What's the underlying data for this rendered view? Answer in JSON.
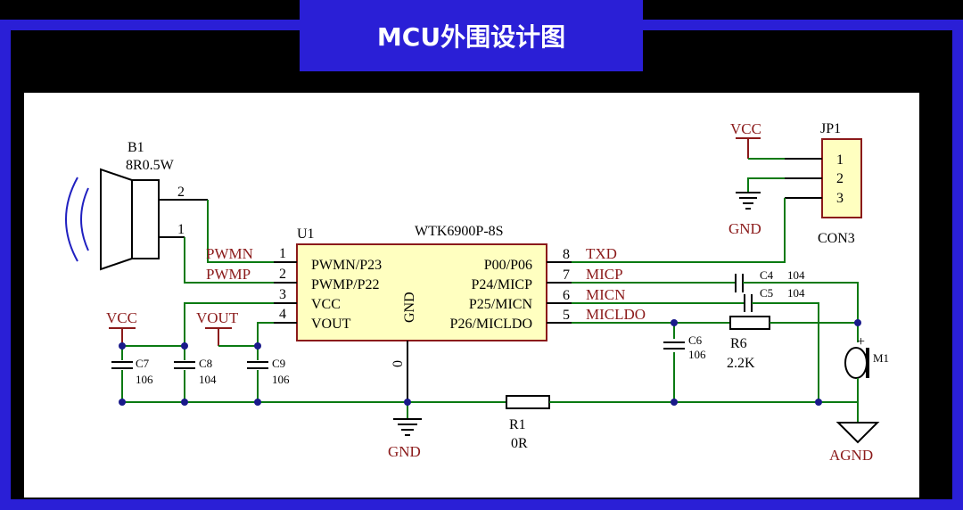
{
  "title": "MCU外围设计图",
  "speaker": {
    "ref": "B1",
    "value": "8R0.5W",
    "pin2": "2",
    "pin1": "1"
  },
  "u1": {
    "ref": "U1",
    "part": "WTK6900P-8S",
    "gnd_label": "GND",
    "gnd_pin": "0",
    "left_pins": [
      {
        "num": "1",
        "name": "PWMN/P23",
        "net": "PWMN"
      },
      {
        "num": "2",
        "name": "PWMP/P22",
        "net": "PWMP"
      },
      {
        "num": "3",
        "name": "VCC"
      },
      {
        "num": "4",
        "name": "VOUT"
      }
    ],
    "right_pins": [
      {
        "num": "8",
        "name": "P00/P06",
        "net": "TXD"
      },
      {
        "num": "7",
        "name": "P24/MICP",
        "net": "MICP"
      },
      {
        "num": "6",
        "name": "P25/MICN",
        "net": "MICN"
      },
      {
        "num": "5",
        "name": "P26/MICLDO",
        "net": "MICLDO"
      }
    ]
  },
  "jp1": {
    "ref": "JP1",
    "type": "CON3",
    "pins": [
      "1",
      "2",
      "3"
    ]
  },
  "power": {
    "vcc_top": "VCC",
    "gnd_top": "GND",
    "vcc_left": "VCC",
    "vout": "VOUT",
    "gnd_bottom": "GND",
    "agnd": "AGND"
  },
  "caps": {
    "c7": {
      "ref": "C7",
      "value": "106"
    },
    "c8": {
      "ref": "C8",
      "value": "104"
    },
    "c9": {
      "ref": "C9",
      "value": "106"
    },
    "c6": {
      "ref": "C6",
      "value": "106"
    },
    "c4": {
      "ref": "C4",
      "value": "104"
    },
    "c5": {
      "ref": "C5",
      "value": "104"
    }
  },
  "resistors": {
    "r1": {
      "ref": "R1",
      "value": "0R"
    },
    "r6": {
      "ref": "R6",
      "value": "2.2K"
    }
  },
  "mic": {
    "ref": "M1",
    "plus": "+"
  },
  "colors": {
    "frame": "#2a1fd6",
    "wire": "#0a7a12",
    "net": "#8b1a1a",
    "chip": "#ffffc0"
  }
}
